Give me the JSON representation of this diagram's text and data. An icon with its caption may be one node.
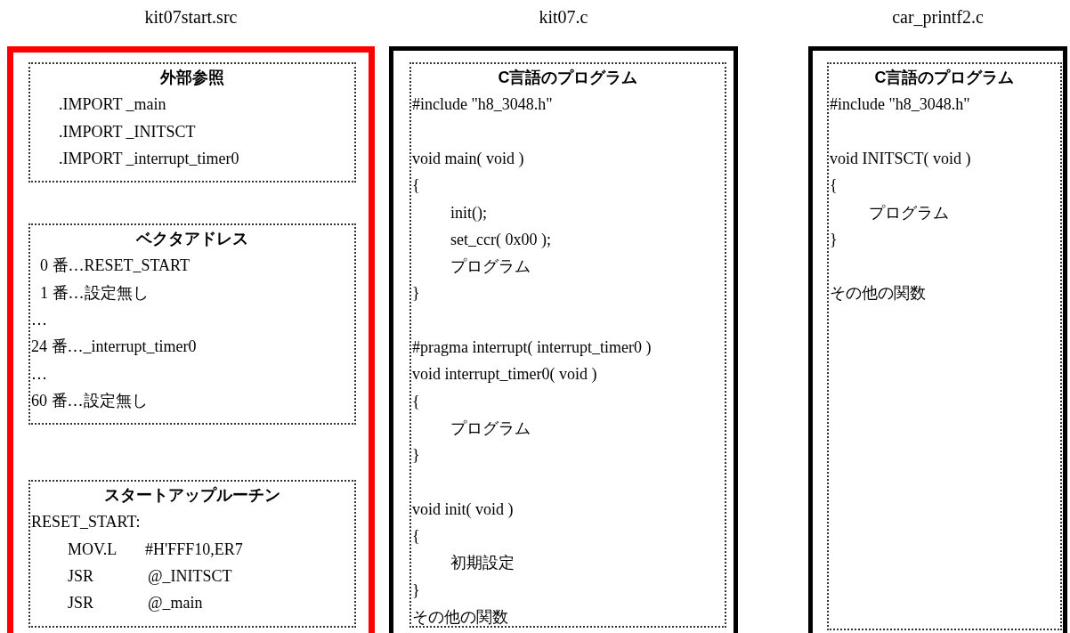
{
  "diagram": {
    "nodes": [
      {
        "text": [
          "kit07start.src"
        ]
      },
      {
        "text": [
          "外部参照",
          ".IMPORT _main",
          ".IMPORT _INITSCT",
          ".IMPORT _interrupt_timer0"
        ],
        "in": 0
      },
      {
        "text": [
          "ベクタアドレス",
          "0 番…RESET_START",
          "1 番…設定無し",
          "…",
          "24 番…_interrupt_timer0",
          "…",
          "60 番…設定無し"
        ],
        "in": 0
      },
      {
        "text": [
          "スタートアップルーチン",
          "RESET_START:",
          "MOV.L",
          "#H'FFF10,ER7",
          "JSR",
          "@_INITSCT",
          "JSR",
          "@_main"
        ],
        "in": 0
      },
      {
        "text": [
          "kit07.c"
        ]
      },
      {
        "text": [
          "C言語のプログラム",
          "#include \"h8_3048.h\"",
          "void main( void )",
          "{",
          "init();",
          "set_ccr( 0x00 );",
          "プログラム",
          "}",
          "#pragma interrupt( interrupt_timer0 )",
          "void interrupt_timer0( void )",
          "{",
          "プログラム",
          "}",
          "void init( void )",
          "{",
          "初期設定",
          "}",
          "その他の関数"
        ],
        "in": 4
      },
      {
        "text": [
          "car_printf2.c"
        ]
      },
      {
        "text": [
          "C言語のプログラム",
          "#include \"h8_3048.h\"",
          "void INITSCT( void )",
          "{",
          "プログラム",
          "}",
          "その他の関数"
        ],
        "in": 6
      }
    ]
  }
}
